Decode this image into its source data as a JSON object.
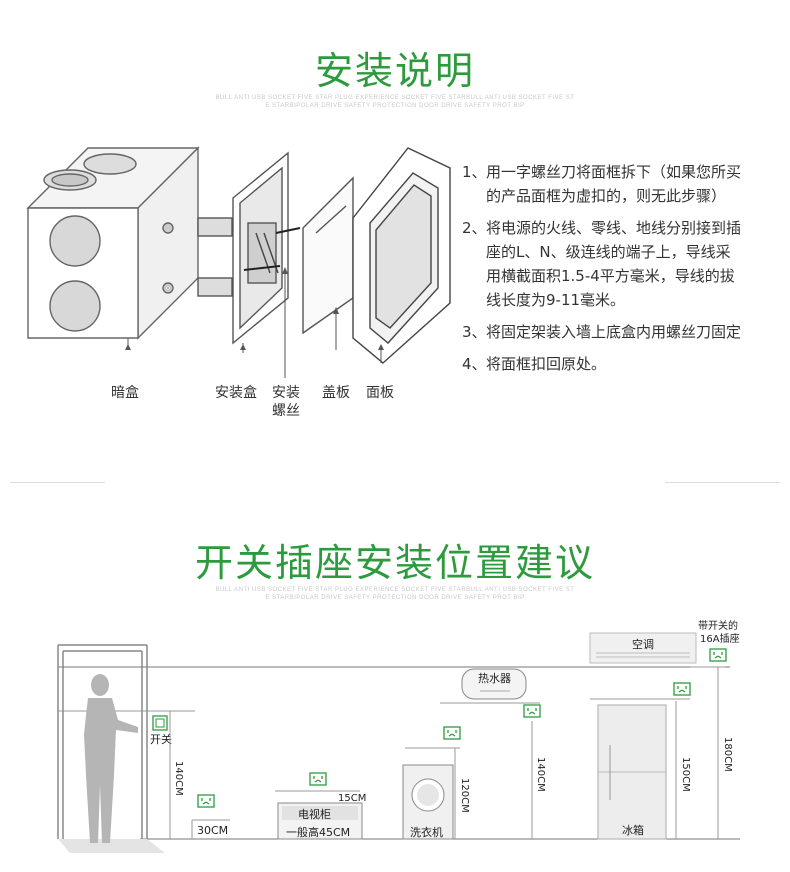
{
  "section1": {
    "title": "安装说明",
    "subtitle_lines": [
      "BULL ANTI USB SOCKET FIVE STAR PLUG EXPERIENCE SOCKET FIVE STARBULL ANTI USB SOCKET FIVE ST",
      "E STARBIPOLAR DRIVE SAFETY PROTECTION DOOR  DRIVE SAFETY PROT BIP"
    ],
    "steps": [
      {
        "num": "1、",
        "text": "用一字螺丝刀将面框拆下（如果您所买",
        "cont": [
          "的产品面框为虚扣的，则无此步骤）"
        ]
      },
      {
        "num": "2、",
        "text": "将电源的火线、零线、地线分别接到插",
        "cont": [
          "座的L、N、级连线的端子上，导线采",
          "用横截面积1.5-4平方毫米，导线的拔",
          "线长度为9-11毫米。"
        ]
      },
      {
        "num": "3、",
        "text": "将固定架装入墙上底盒内用螺丝刀固定",
        "cont": []
      },
      {
        "num": "4、",
        "text": "将面框扣回原处。",
        "cont": []
      }
    ],
    "parts": [
      "暗盒",
      "安装盒",
      "安装",
      "螺丝",
      "盖板",
      "面板"
    ]
  },
  "section2": {
    "title": "开关插座安装位置建议",
    "subtitle_lines": [
      "BULL ANTI USB SOCKET FIVE STAR PLUG EXPERIENCE SOCKET FIVE STARBULL ANTI USB SOCKET FIVE ST",
      "E STARBIPOLAR DRIVE SAFETY PROTECTION DOOR  DRIVE SAFETY PROT BIP"
    ],
    "labels": {
      "switch": "开关",
      "h140_door": "140CM",
      "h30": "30CM",
      "h15": "15CM",
      "tv_cabinet": "电视柜",
      "tv_height": "一般高45CM",
      "washer": "洗衣机",
      "h120": "120CM",
      "water_heater": "热水器",
      "h140": "140CM",
      "fridge": "冰箱",
      "h150": "150CM",
      "ac": "空调",
      "h180": "180CM",
      "ac_socket_line1": "带开关的",
      "ac_socket_line2": "16A插座"
    }
  },
  "colors": {
    "accent": "#2e9a3e",
    "line": "#888888",
    "figure": "#b5b5b5"
  }
}
